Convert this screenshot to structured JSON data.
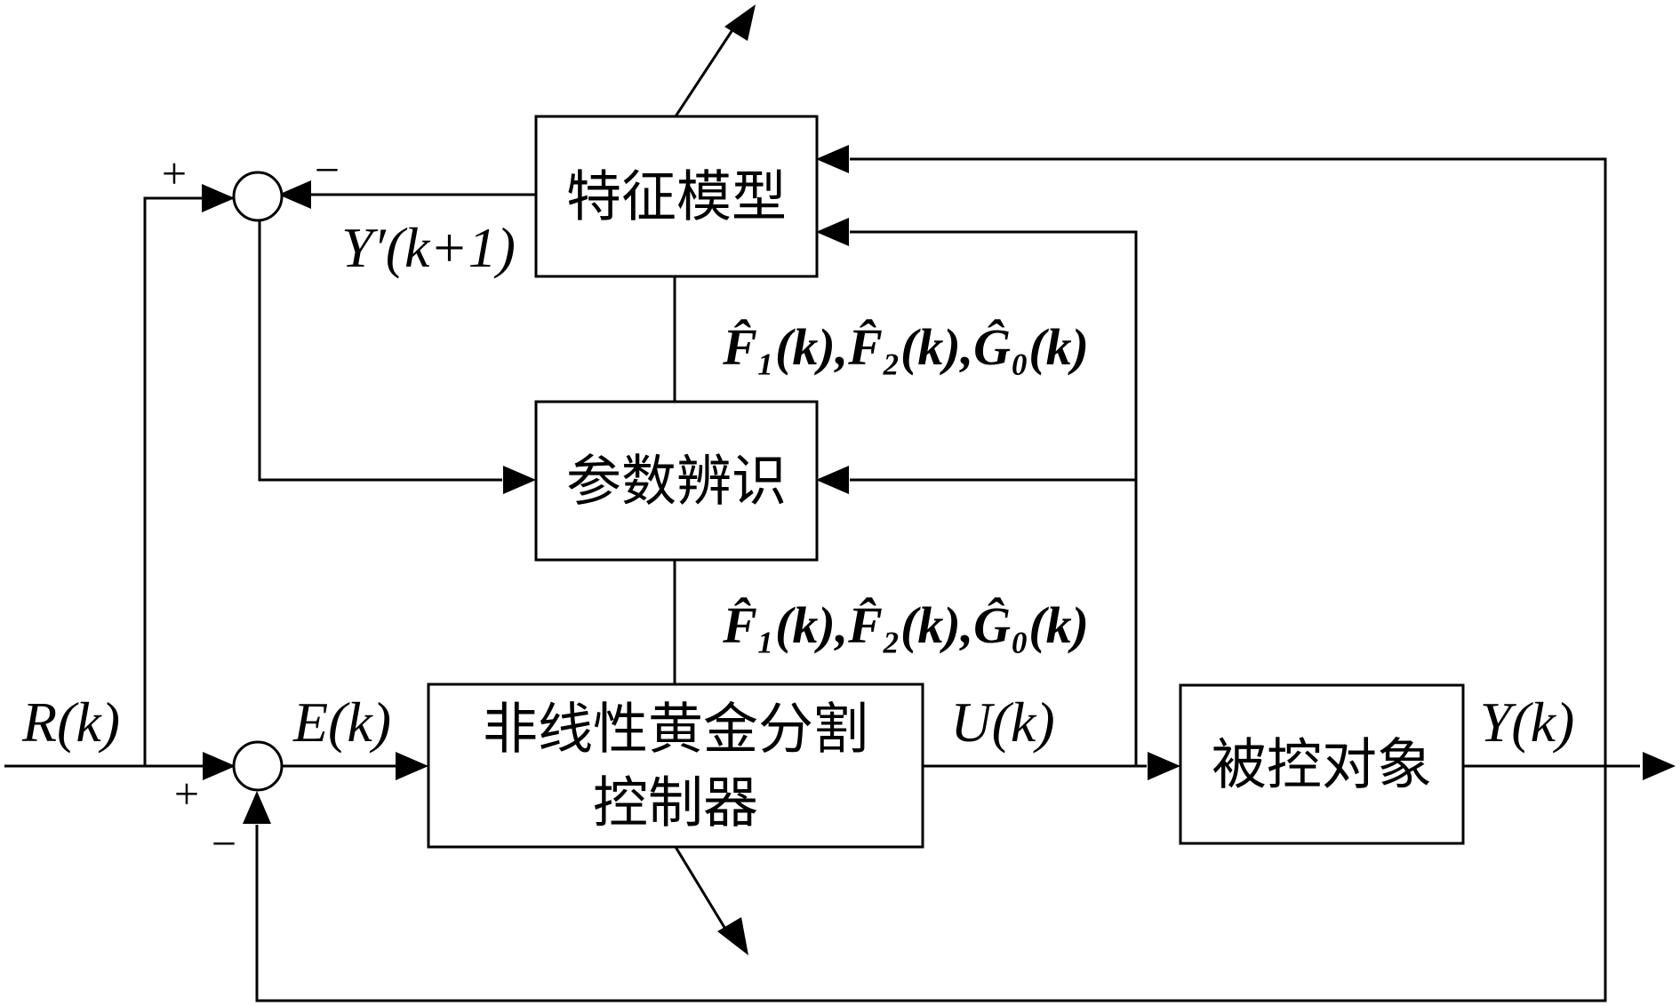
{
  "blocks": {
    "characteristic_model": "特征模型",
    "parameter_identification": "参数辨识",
    "controller_line1": "非线性黄金分割",
    "controller_line2": "控制器",
    "plant": "被控对象"
  },
  "signals": {
    "reference": "R(k)",
    "error": "E(k)",
    "control": "U(k)",
    "output": "Y(k)",
    "model_output": "Y′(k+1)",
    "params_upper": "F̂₁(k),F̂₂(k),Ĝ₀(k)",
    "params_lower": "F̂₁(k),F̂₂(k),Ĝ₀(k)"
  },
  "signs": {
    "top_sum_left": "+",
    "top_sum_right": "−",
    "bottom_sum_left": "+",
    "bottom_sum_bottom": "−"
  }
}
